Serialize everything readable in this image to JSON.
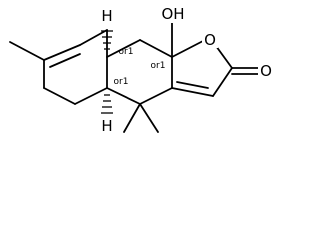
{
  "molecule": {
    "atoms": {
      "hydroxyl": "OH",
      "ring_oxygen": "O",
      "carbonyl_oxygen": "O",
      "hydrogen_top": "H",
      "hydrogen_bottom": "H"
    },
    "stereo_labels": {
      "upper_left": "or1",
      "upper_right": "or1",
      "lower_left": "or1"
    }
  },
  "colors": {
    "bond": "#000000",
    "background": "#ffffff"
  }
}
